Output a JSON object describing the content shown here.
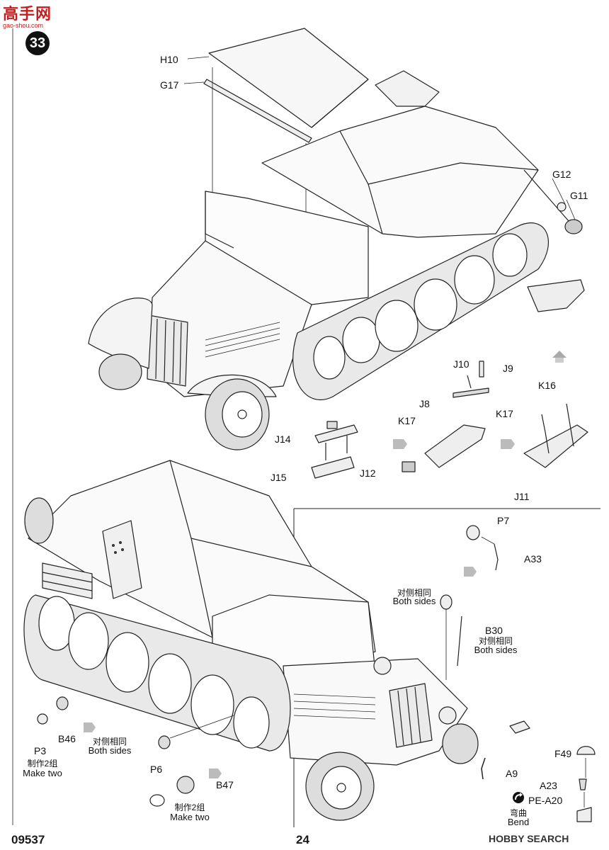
{
  "watermark": {
    "logo_text": "高手网",
    "url": "gao-shou.com"
  },
  "step_number": "33",
  "catalog_number": "09537",
  "page_number": "24",
  "site_watermark": "HOBBY SEARCH",
  "parts": {
    "H10": "H10",
    "G17": "G17",
    "G12": "G12",
    "G11": "G11",
    "J10": "J10",
    "J9": "J9",
    "J8": "J8",
    "K17a": "K17",
    "K17b": "K17",
    "K16": "K16",
    "J14": "J14",
    "J15": "J15",
    "J12": "J12",
    "J11": "J11",
    "P7": "P7",
    "A33": "A33",
    "B30": "B30",
    "B46": "B46",
    "P3": "P3",
    "P6": "P6",
    "B47": "B47",
    "F49": "F49",
    "A9": "A9",
    "A23": "A23",
    "PE_A20": "PE-A20"
  },
  "notes": {
    "both_sides_cn": "对侧相同",
    "both_sides_en": "Both sides",
    "make_two_cn": "制作2组",
    "make_two_en": "Make two",
    "bend_cn": "弯曲",
    "bend_en": "Bend"
  }
}
